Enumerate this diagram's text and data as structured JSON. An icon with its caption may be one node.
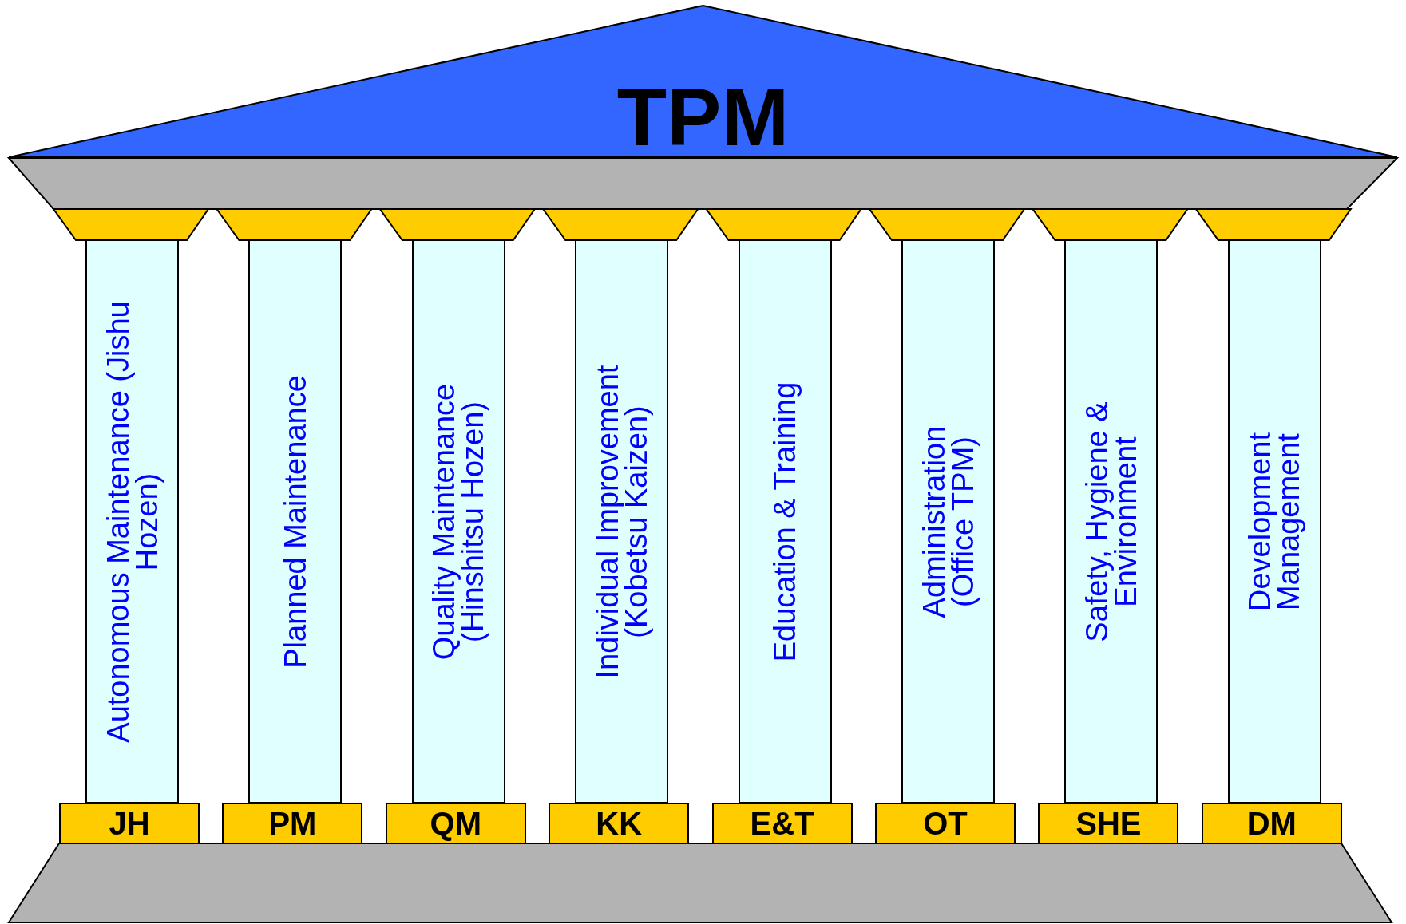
{
  "diagram": {
    "nodes": [
      {
        "text": [
          "TPM"
        ]
      },
      {
        "text": [
          "Autonomous Maintenance (Jishu Hozen)"
        ]
      },
      {
        "text": [
          "Planned Maintenance"
        ]
      },
      {
        "text": [
          "Quality Maintenance (Hinshitsu Hozen)"
        ]
      },
      {
        "text": [
          "Individual Improvement (Kobetsu Kaizen)"
        ]
      },
      {
        "text": [
          "Education & Training"
        ]
      },
      {
        "text": [
          "Administration (Office TPM)"
        ]
      },
      {
        "text": [
          "Safety, Hygiene & Environment"
        ]
      },
      {
        "text": [
          "Development Management"
        ]
      },
      {
        "text": [
          "JH"
        ]
      },
      {
        "text": [
          "PM"
        ]
      },
      {
        "text": [
          "QM"
        ]
      },
      {
        "text": [
          "KK"
        ]
      },
      {
        "text": [
          "E&T"
        ]
      },
      {
        "text": [
          "OT"
        ]
      },
      {
        "text": [
          "SHE"
        ]
      },
      {
        "text": [
          "DM"
        ]
      }
    ]
  }
}
